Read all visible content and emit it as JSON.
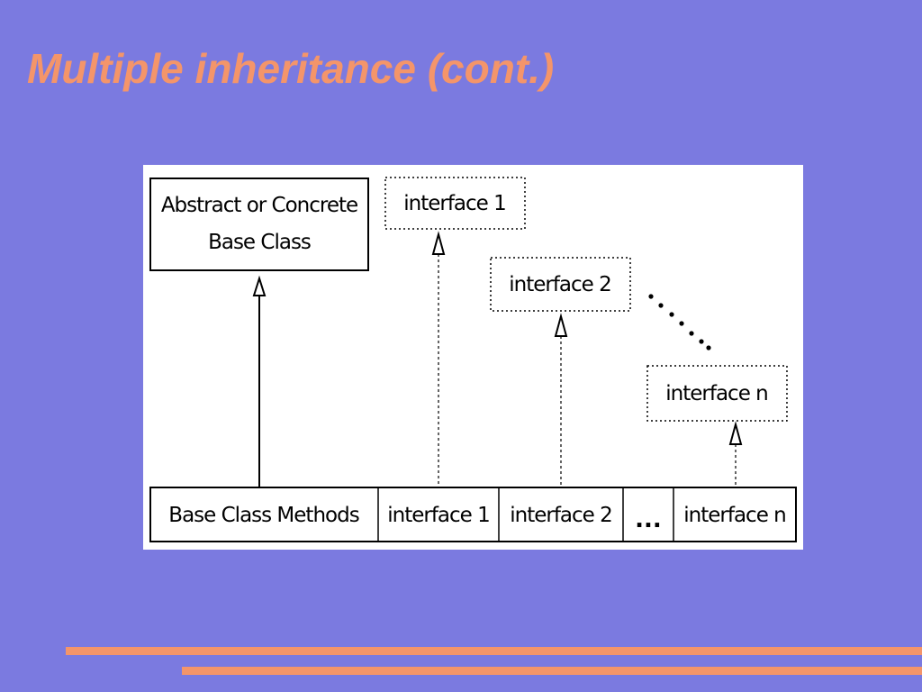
{
  "slide": {
    "title": "Multiple inheritance (cont.)"
  },
  "diagram": {
    "base_class": {
      "line1": "Abstract or Concrete",
      "line2": "Base Class"
    },
    "interfaces": [
      {
        "label": "interface 1"
      },
      {
        "label": "interface 2"
      },
      {
        "label": "interface n"
      }
    ],
    "derived_row": {
      "cells": [
        "Base Class Methods",
        "interface 1",
        "interface 2",
        "...",
        "interface n"
      ]
    }
  },
  "colors": {
    "background": "#7b7ae0",
    "title": "#f4956a",
    "accent_bars": "#f4956a",
    "panel": "#ffffff"
  }
}
